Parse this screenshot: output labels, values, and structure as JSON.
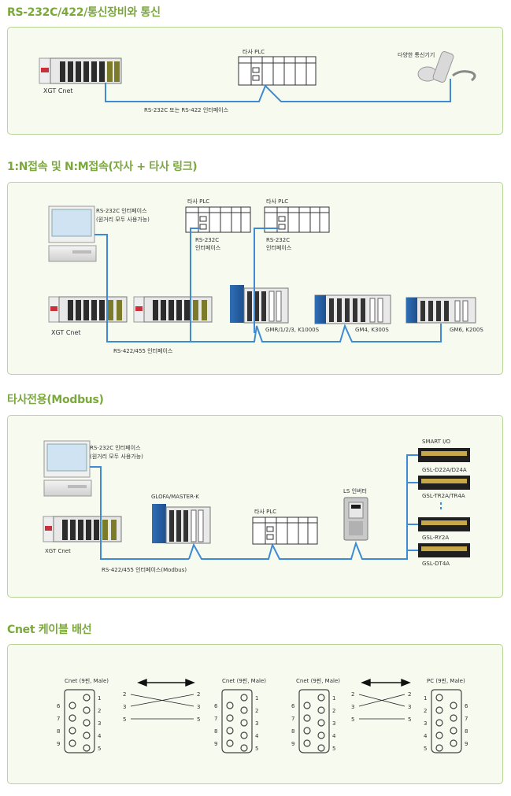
{
  "sections": {
    "s1": {
      "title": "RS-232C/422/통신장비와 통신",
      "xgt_label": "XGT Cnet",
      "plc_label": "타사 PLC",
      "device_label": "다양한 통신기기",
      "link_label": "RS-232C 또는 RS-422 인터페이스"
    },
    "s2": {
      "title": "1:N접속 및 N:M접속(자사 + 타사 링크)",
      "pc_label_1": "RS-232C 인터페이스",
      "pc_label_2": "(원거리 모두 사용가능)",
      "plc_a_label": "타사 PLC",
      "plc_a_if_1": "RS-232C",
      "plc_a_if_2": "인터페이스",
      "plc_b_label": "타사 PLC",
      "plc_b_if_1": "RS-232C",
      "plc_b_if_2": "인터페이스",
      "xgt_label": "XGT Cnet",
      "gmr_label": "GMR/1/2/3, K1000S",
      "gm4_label": "GM4, K300S",
      "gm6_label": "GM6, K200S",
      "link_label": "RS-422/455 인터페이스"
    },
    "s3": {
      "title": "타사전용(Modbus)",
      "pc_label_1": "RS-232C 인터페이스",
      "pc_label_2": "(원거리 모두 사용가능)",
      "glofa_label": "GLOFA/MASTER-K",
      "xgt_label": "XGT Cnet",
      "plc_label": "타사 PLC",
      "inverter_label": "LS 인버터",
      "smartio_label": "SMART I/O",
      "io1_label": "GSL-D22A/D24A",
      "io2_label": "GSL-TR2A/TR4A",
      "io3_label": "GSL-RY2A",
      "io4_label": "GSL-DT4A",
      "link_label": "RS-422/455 인터페이스(Modbus)"
    },
    "s4": {
      "title": "Cnet 케이블 배선",
      "c1_title": "Cnet (9핀, Male)",
      "c2_title": "Cnet (9핀, Male)",
      "c3_title": "Cnet (9핀, Male)",
      "c4_title": "PC (9핀, Male)",
      "pin_left": [
        "6",
        "7",
        "8",
        "9"
      ],
      "pin_right": [
        "1",
        "2",
        "3",
        "4",
        "5"
      ],
      "pin_left_pc": [
        "1",
        "2",
        "3",
        "4",
        "5"
      ],
      "pin_right_pc": [
        "6",
        "7",
        "8",
        "9"
      ],
      "wire_left": [
        "2",
        "3",
        "5"
      ],
      "wire_right": [
        "2",
        "3",
        "5"
      ]
    }
  },
  "colors": {
    "title": "#7aa83a",
    "panel_border": "#b9d497",
    "panel_bg": "#f6faef",
    "link": "#3d8bd4"
  }
}
